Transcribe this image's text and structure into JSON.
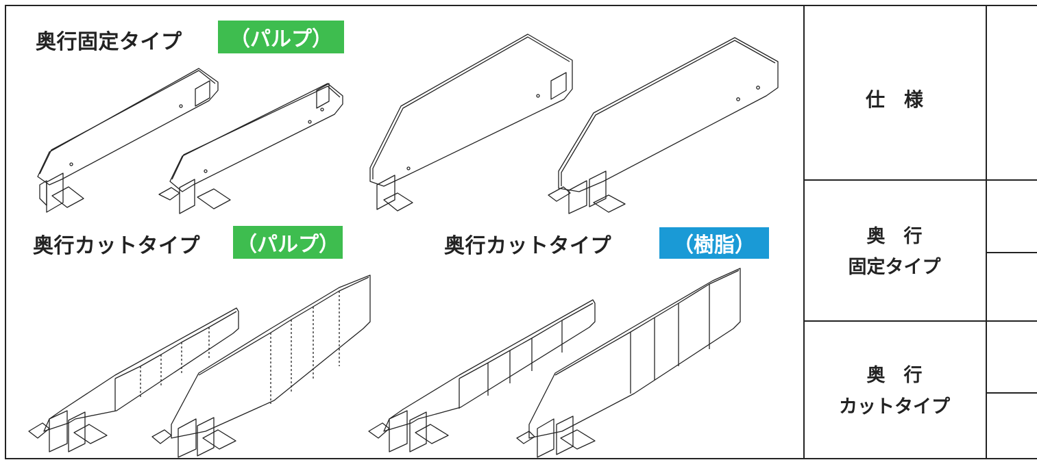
{
  "sections": {
    "fixed_pulp": {
      "title": "奥行固定タイプ",
      "badge": "（パルプ）"
    },
    "cut_pulp": {
      "title": "奥行カットタイプ",
      "badge": "（パルプ）"
    },
    "cut_resin": {
      "title": "奥行カットタイプ",
      "badge": "（樹脂）"
    }
  },
  "table": {
    "spec": "仕　様",
    "fixed_line1": "奥　行",
    "fixed_line2": "固定タイプ",
    "cut_line1": "奥　行",
    "cut_line2": "カットタイプ"
  },
  "colors": {
    "pulp_badge": "#3ebd4f",
    "resin_badge": "#1a9ad6",
    "line": "#222222"
  }
}
